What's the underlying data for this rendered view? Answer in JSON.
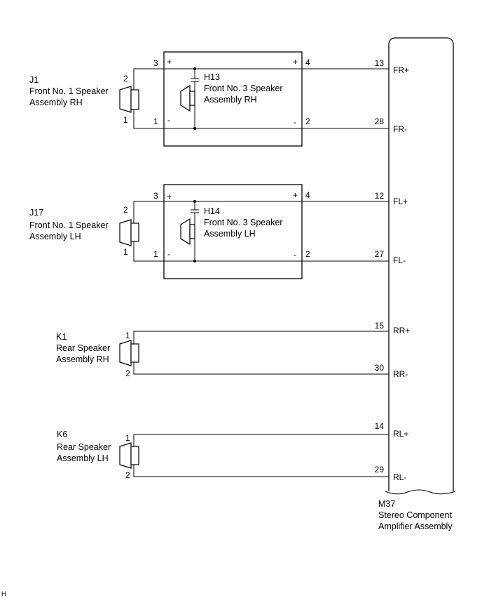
{
  "speakers": {
    "j1": {
      "id": "J1",
      "name_line1": "Front No. 1 Speaker",
      "name_line2": "Assembly RH",
      "pin_top": "2",
      "pin_bottom": "1"
    },
    "j17": {
      "id": "J17",
      "name_line1": "Front No. 1 Speaker",
      "name_line2": "Assembly LH",
      "pin_top": "2",
      "pin_bottom": "1"
    },
    "k1": {
      "id": "K1",
      "name_line1": "Rear Speaker",
      "name_line2": "Assembly RH",
      "pin_top": "1",
      "pin_bottom": "2"
    },
    "k6": {
      "id": "K6",
      "name_line1": "Rear Speaker",
      "name_line2": "Assembly LH",
      "pin_top": "1",
      "pin_bottom": "2"
    }
  },
  "tweeters": {
    "h13": {
      "id": "H13",
      "name_line1": "Front No. 3 Speaker",
      "name_line2": "Assembly RH",
      "pin_in_pos": "3",
      "pin_in_neg": "1",
      "pin_out_pos": "4",
      "pin_out_neg": "2",
      "plus": "+",
      "minus": "-"
    },
    "h14": {
      "id": "H14",
      "name_line1": "Front No. 3 Speaker",
      "name_line2": "Assembly LH",
      "pin_in_pos": "3",
      "pin_in_neg": "1",
      "pin_out_pos": "4",
      "pin_out_neg": "2",
      "plus": "+",
      "minus": "-"
    }
  },
  "amplifier": {
    "id": "M37",
    "name_line1": "Stereo Component",
    "name_line2": "Amplifier Assembly",
    "terminals": [
      {
        "pin": "13",
        "signal": "FR+"
      },
      {
        "pin": "28",
        "signal": "FR-"
      },
      {
        "pin": "12",
        "signal": "FL+"
      },
      {
        "pin": "27",
        "signal": "FL-"
      },
      {
        "pin": "15",
        "signal": "RR+"
      },
      {
        "pin": "30",
        "signal": "RR-"
      },
      {
        "pin": "14",
        "signal": "RL+"
      },
      {
        "pin": "29",
        "signal": "RL-"
      }
    ]
  },
  "footer_mark": "H"
}
